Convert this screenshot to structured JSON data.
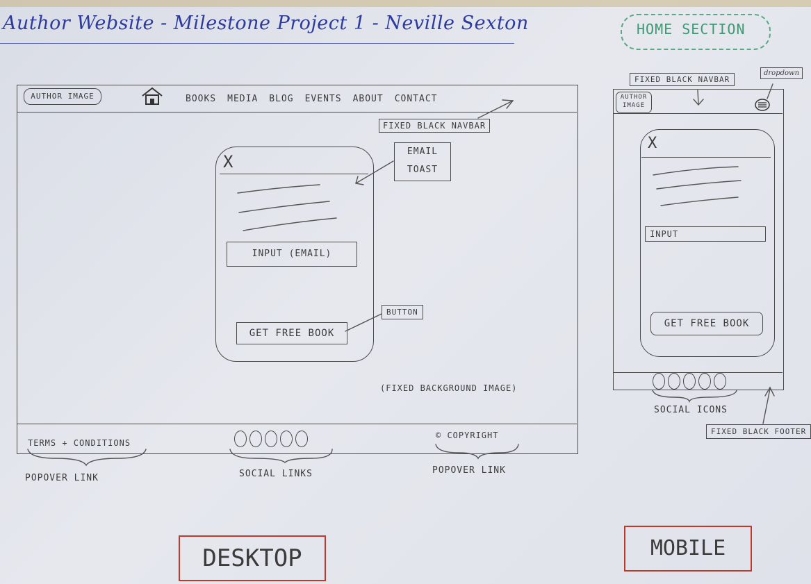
{
  "title": "Author Website - Milestone Project 1 - Neville Sexton",
  "section_tag": "HOME SECTION",
  "desktop": {
    "author_image": "AUTHOR IMAGE",
    "home_icon": "house-icon",
    "nav": [
      "BOOKS",
      "MEDIA",
      "BLOG",
      "EVENTS",
      "ABOUT",
      "CONTACT"
    ],
    "fixed_navbar_note": "FIXED BLACK NAVBAR",
    "toast_close": "X",
    "email_toast_note": "EMAIL TOAST",
    "input_label": "INPUT (EMAIL)",
    "button_label": "GET FREE BOOK",
    "button_note": "BUTTON",
    "background_note": "(FIXED BACKGROUND IMAGE)",
    "footer": {
      "terms": "TERMS + CONDITIONS",
      "copyright": "COPYRIGHT",
      "social_count": 5
    },
    "annotations": {
      "popover_link_left": "POPOVER LINK",
      "social_links": "SOCIAL LINKS",
      "popover_link_right": "POPOVER LINK"
    },
    "label": "DESKTOP"
  },
  "mobile": {
    "author_image": "AUTHOR IMAGE",
    "fixed_navbar_note": "FIXED BLACK NAVBAR",
    "dropdown_note": "dropdown",
    "menu_icon": "hamburger-menu-icon",
    "toast_close": "X",
    "input_label": "INPUT",
    "button_label": "GET FREE BOOK",
    "social_icons": "SOCIAL ICONS",
    "fixed_footer_note": "FIXED BLACK FOOTER",
    "label": "MOBILE"
  },
  "colors": {
    "title_ink": "#2d3a9e",
    "section_ink": "#3c9a73",
    "stamp_border": "#c0392b",
    "pencil": "#4a4a4a"
  }
}
